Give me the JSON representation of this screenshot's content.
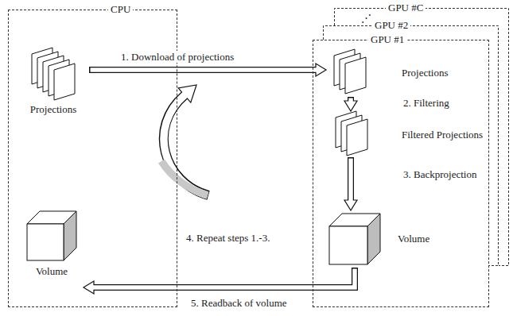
{
  "diagram": {
    "nodes": [
      {
        "text": [
          "CPU"
        ]
      },
      {
        "text": [
          "Projections"
        ],
        "in": 0
      },
      {
        "text": [
          "Volume"
        ],
        "in": 0
      },
      {
        "text": [
          "GPU #C"
        ]
      },
      {
        "text": [
          "GPU #2"
        ]
      },
      {
        "text": [
          "GPU #1"
        ]
      },
      {
        "text": [
          "Projections"
        ],
        "in": 5
      },
      {
        "text": [
          "Filtered Projections"
        ],
        "in": 5
      },
      {
        "text": [
          "Volume"
        ],
        "in": 5
      }
    ],
    "edges": [
      {
        "from": 1,
        "to": 6,
        "arrow": "to",
        "label": "1. Download of projections"
      },
      {
        "from": 6,
        "to": 7,
        "arrow": "to",
        "label": "2. Filtering"
      },
      {
        "from": 7,
        "to": 8,
        "arrow": "to",
        "label": "3. Backprojection"
      },
      {
        "from": 8,
        "to": 2,
        "arrow": "to",
        "label": "5. Readback of volume"
      }
    ],
    "labels": [
      "⋰",
      "4. Repeat steps 1.-3."
    ]
  }
}
